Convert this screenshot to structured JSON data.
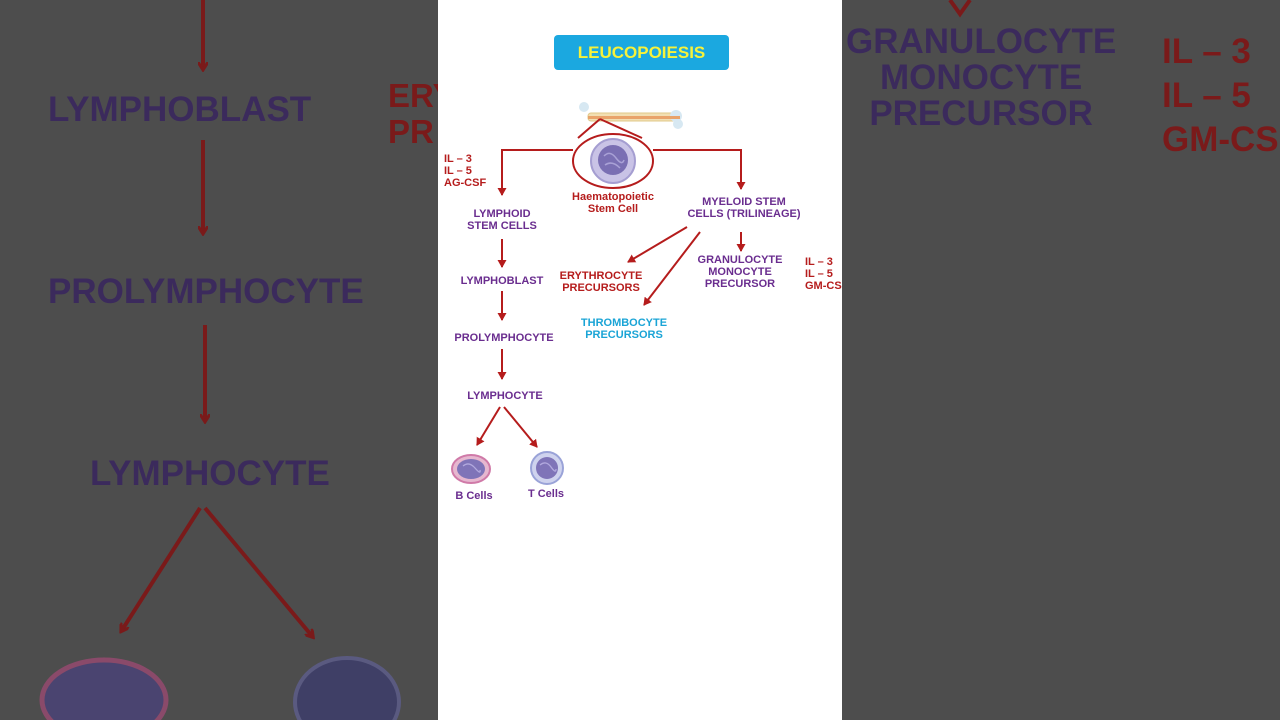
{
  "title": "LEUCOPOIESIS",
  "nodes": {
    "hsc": "Haematopoietic\nStem Cell",
    "lymphoid": "LYMPHOID\nSTEM CELLS",
    "myeloid": "MYELOID STEM\nCELLS (TRILINEAGE)",
    "lymphoblast": "LYMPHOBLAST",
    "prolymphocyte": "PROLYMPHOCYTE",
    "lymphocyte": "LYMPHOCYTE",
    "b_cells": "B Cells",
    "t_cells": "T Cells",
    "erythrocyte": "ERYTHROCYTE\nPRECURSORS",
    "thrombocyte": "THROMBOCYTE\nPRECURSORS",
    "granulocyte": "GRANULOCYTE\nMONOCYTE\nPRECURSOR"
  },
  "factors": {
    "lymphoid": "IL – 3\nIL – 5\nAG-CSF",
    "granulocyte": "IL – 3\nIL – 5\nGM-CS"
  },
  "background": {
    "left": {
      "lymphoblast": "LYMPHOBLAST",
      "prolymphocyte": "PROLYMPHOCYTE",
      "lymphocyte": "LYMPHOCYTE",
      "erythro_partial": "ERY\nPR"
    },
    "right": {
      "granulocyte": "GRANULOCYTE\nMONOCYTE\nPRECURSOR",
      "factors": "IL – 3\nIL – 5\nGM-CS"
    }
  },
  "colors": {
    "arrow": "#b51c1c",
    "purple_text": "#6a2d8f",
    "red_text": "#b51c1c",
    "cyan_text": "#1aa4d6",
    "title_bg": "#1ba8e0",
    "title_text": "#f7f23a"
  }
}
